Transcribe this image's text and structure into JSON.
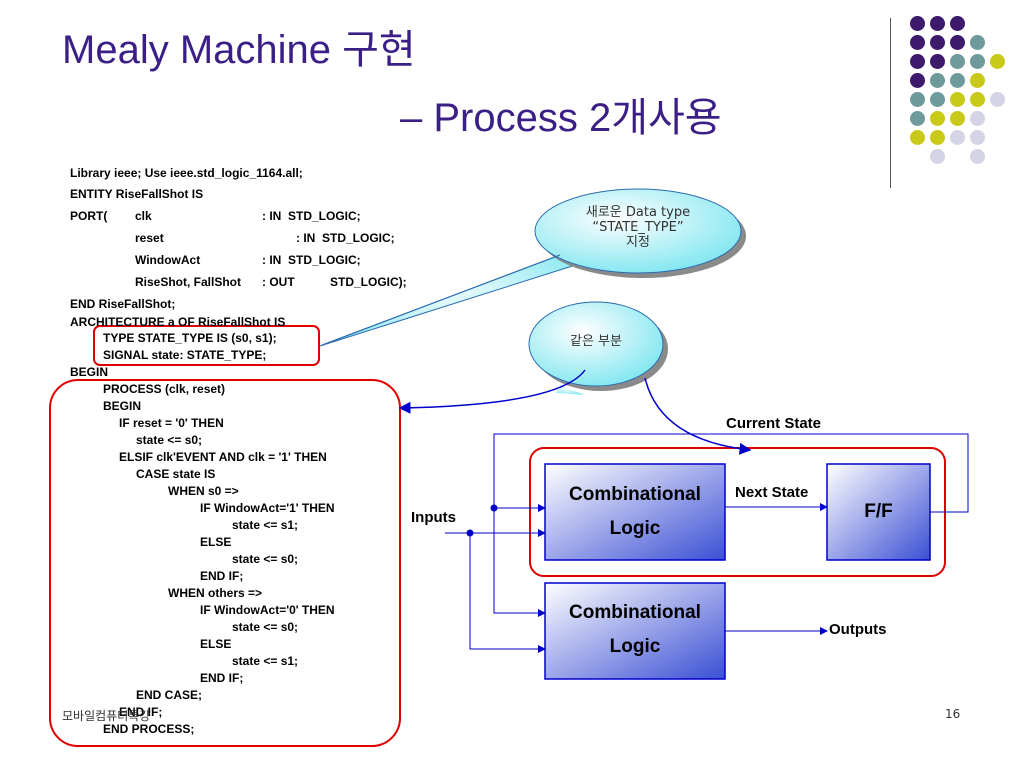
{
  "title": {
    "line1": "Mealy Machine 구현",
    "line2": "– Process 2개사용"
  },
  "colors": {
    "title": "#3b1f87",
    "dot_purple": "#3d1a6b",
    "dot_teal": "#6f9a9b",
    "dot_yellow": "#c9c91a",
    "dot_lavender": "#d4d4e6",
    "highlight_red": "#e00000",
    "block_blue": "#3b4fd4",
    "line_blue": "#0000cc"
  },
  "code": {
    "l1": "Library ieee; Use ieee.std_logic_1164.all;",
    "l2": "ENTITY RiseFallShot IS",
    "p1a": "PORT(",
    "p1b": "clk",
    "p1c": ": IN  STD_LOGIC;",
    "p2b": "reset",
    "p2c": ": IN  STD_LOGIC;",
    "p3b": "WindowAct",
    "p3c": ": IN  STD_LOGIC;",
    "p4b": "RiseShot, FallShot",
    "p4c": ": OUT",
    "p4d": "STD_LOGIC);",
    "l7": "END RiseFallShot;",
    "l8": "ARCHITECTURE a OF RiseFallShot IS",
    "type_decl": "TYPE STATE_TYPE IS (s0, s1);",
    "signal_decl": "SIGNAL state: STATE_TYPE;",
    "begin": "BEGIN",
    "process": [
      "PROCESS (clk, reset)",
      "BEGIN",
      "IF reset = '0' THEN",
      "state <= s0;",
      "ELSIF clk'EVENT AND clk = '1' THEN",
      "CASE state IS",
      "WHEN s0 =>",
      "IF WindowAct='1' THEN",
      "state <= s1;",
      "ELSE",
      "state <= s0;",
      "END IF;",
      "WHEN others =>",
      "IF WindowAct='0' THEN",
      "state <= s0;",
      "ELSE",
      "state <= s1;",
      "END IF;",
      "END CASE;",
      "END IF;",
      "END PROCESS;"
    ]
  },
  "callouts": {
    "datatype_1": "새로운 Data type",
    "datatype_2": "“STATE_TYPE”",
    "datatype_3": "지정",
    "same_part": "같은 부분"
  },
  "diagram": {
    "current_state": "Current State",
    "next_state": "Next State",
    "inputs": "Inputs",
    "outputs": "Outputs",
    "comb1_line1": "Combinational",
    "comb1_line2": "Logic",
    "ff": "F/F",
    "comb2_line1": "Combinational",
    "comb2_line2": "Logic"
  },
  "footer": {
    "left": "모바일컴퓨터특강",
    "page": "16"
  }
}
